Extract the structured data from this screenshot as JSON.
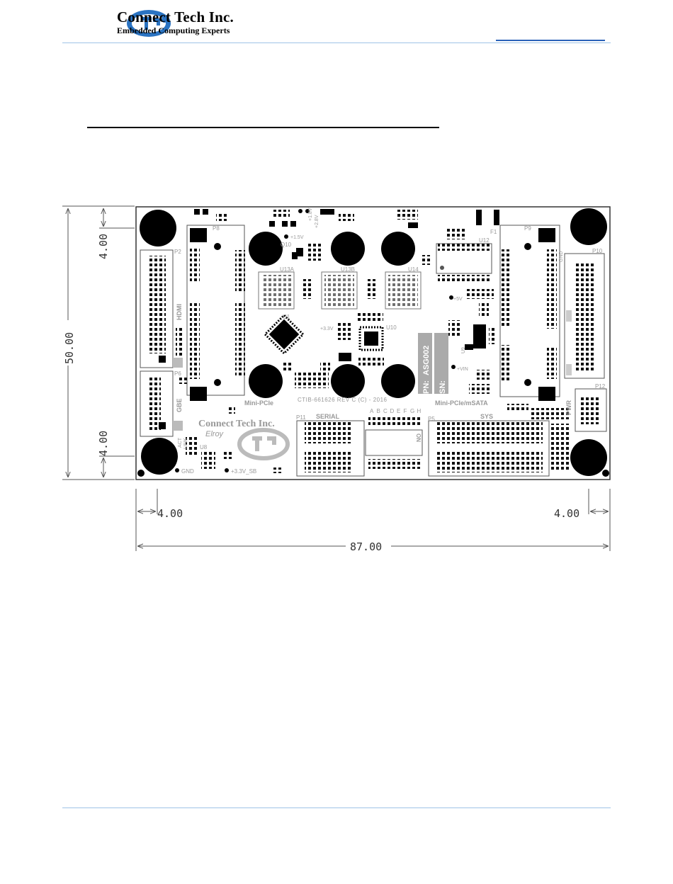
{
  "header": {
    "company_name": "Connect Tech Inc.",
    "tagline": "Embedded Computing Experts"
  },
  "dimensions": {
    "width": "87.00",
    "height": "50.00",
    "hole_offset_top": "4.00",
    "hole_offset_bottom": "4.00",
    "hole_offset_left": "4.00",
    "hole_offset_right": "4.00"
  },
  "board": {
    "revision_text": "CTIB-661626 REV C (C) - 2016",
    "board_logo_text": "Connect Tech Inc.",
    "product_name": "Elroy",
    "pn_label": "PN:",
    "part_number": "ASG002",
    "sn_label": "SN:",
    "connectors": {
      "p2": "P2",
      "p6": "P6",
      "p8": "P8",
      "p9": "P9",
      "p10": "P10",
      "p11": "P11",
      "p12": "P12",
      "p5": "P5",
      "hdmi": "HDMI",
      "gbe": "GBE",
      "serial": "SERIAL",
      "sys": "SYS",
      "pwr": "PWR",
      "mini_pcie": "Mini-PCIe",
      "mini_pcie_msata": "Mini-PCIe/mSATA",
      "gnd_p10": "GND"
    },
    "chips": {
      "u1": "U1",
      "u13a": "U13A",
      "u13b": "U13B",
      "u14": "U14",
      "u10": "U10",
      "u12": "U12",
      "u9": "U9",
      "u8": "U8",
      "q10": "Q10",
      "f1": "F1"
    },
    "voltages": {
      "v15": "+1.5V",
      "v18": "+1.8V",
      "v28": "+2.8V",
      "v33": "+3.3V",
      "v5": "+5V",
      "vin": "+VIN",
      "v33sb": "+3.3V_SB",
      "gnd": "GND"
    },
    "led_labels": {
      "act": "ACT",
      "link": "LINK"
    },
    "dip_letters": [
      "A",
      "B",
      "C",
      "D",
      "E",
      "F",
      "G",
      "H"
    ],
    "dip_on": "ON"
  }
}
